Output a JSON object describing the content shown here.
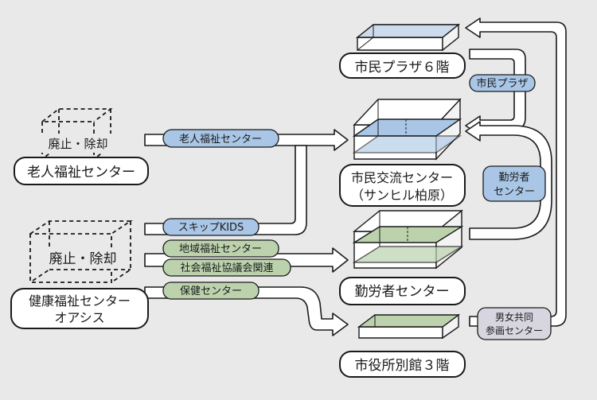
{
  "facilities": {
    "old": {
      "elderly": "老人福祉センター",
      "health": [
        "健康福祉センター",
        "オアシス"
      ],
      "demolish_label": "廃止・除却"
    },
    "new": {
      "plaza": "市民プラザ６階",
      "exchange": [
        "市民交流センター",
        "（サンヒル柏原）"
      ],
      "labor": "勤労者センター",
      "annex": "市役所別館３階"
    }
  },
  "flows": {
    "elderly": "老人福祉センター",
    "skip": "スキップKIDS",
    "regional": "地域福祉センター",
    "council": "社会福祉協議会関連",
    "health": "保健センター",
    "plaza": "市民プラザ",
    "labor": [
      "勤労者",
      "センター"
    ],
    "gender": [
      "男女共同",
      "参画センター"
    ]
  },
  "colors": {
    "background": "#e9e9e9",
    "blue_fill": "#a9c6e6",
    "green_fill": "#bcd2ad",
    "gray_fill": "#d7d5df",
    "stroke": "#1a1a1a"
  }
}
